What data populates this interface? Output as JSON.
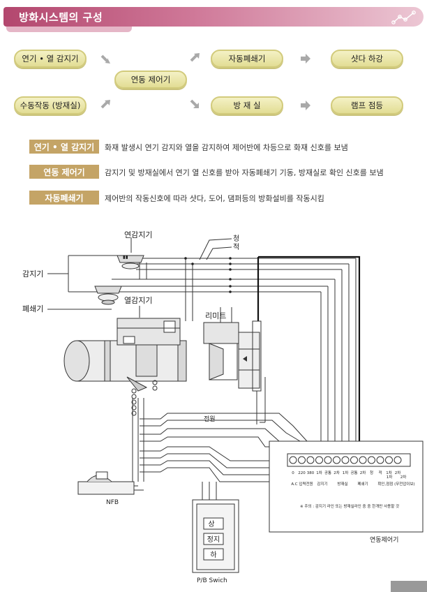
{
  "header": {
    "title": "방화시스템의 구성"
  },
  "flow": {
    "smoke_heat_detector": "연기 • 열 감지기",
    "interlock_controller": "연동 제어기",
    "auto_closer": "자동폐쇄기",
    "shutter_down": "샷다 하강",
    "manual_operation": "수동작동 (방재실)",
    "disaster_room": "방 재 실",
    "lamp_on": "램프 점등"
  },
  "legend": [
    {
      "label": "연기 • 열 감지기",
      "text": "화재 발생시 연기 감지와 열을 감지하여 제어반에 차등으로 화재 신호를 보냄"
    },
    {
      "label": "연동 제어기",
      "text": "감지기 및 방재실에서 연기 열 신호를 받아 자동폐쇄기 기동, 방재실로 확인 신호를 보냄"
    },
    {
      "label": "자동폐쇄기",
      "text": "제어반의 작동신호에 따라 샷다, 도어, 댐퍼등의 방화설비를 작동시킴"
    }
  ],
  "diagram": {
    "smoke_detector": "연감지기",
    "blue": "청",
    "red": "적",
    "detector": "감지기",
    "closer": "폐쇄기",
    "heat_detector": "열감지기",
    "limit": "리미트",
    "power": "전원",
    "nfb": "NFB",
    "pb_switch": "P/B Swich",
    "up": "상",
    "stop": "정지",
    "down": "하",
    "controller": "연동제어기",
    "terminals": [
      "0",
      "220",
      "380",
      "1차",
      "공통",
      "2차",
      "1차",
      "공통",
      "2차",
      "청",
      "적",
      "1차",
      "2차"
    ],
    "groups": [
      "A.C 입력전원",
      "감지기",
      "방재실",
      "폐쇄기",
      "확인,점점 (무전압이보)"
    ],
    "confirm_sub": [
      "1차",
      "2차"
    ],
    "note": "※ 주의 : 감지기 라인 또는 방재실라인 중 중 한개만 사용할 것"
  }
}
